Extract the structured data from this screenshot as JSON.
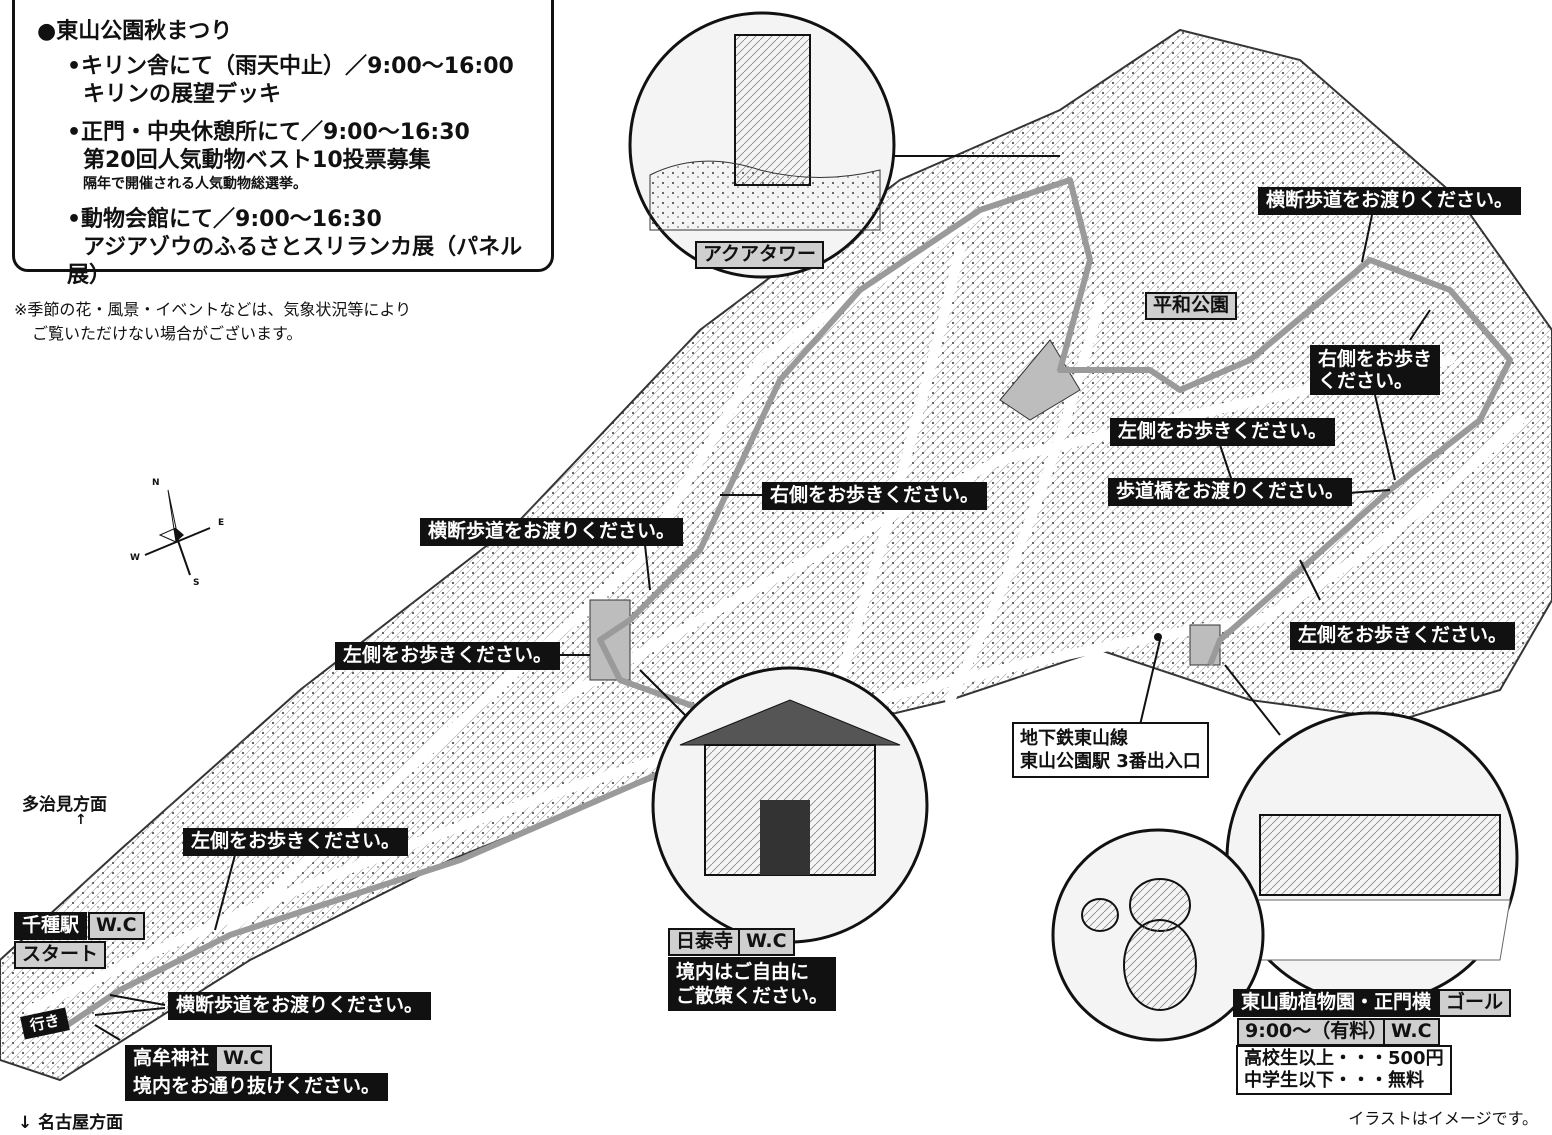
{
  "event_box": {
    "title": "●東山公園秋まつり",
    "items": [
      {
        "line1": "•キリン舎にて（雨天中止）／9:00〜16:00",
        "line2": "キリンの展望デッキ",
        "sub": ""
      },
      {
        "line1": "•正門・中央休憩所にて／9:00〜16:30",
        "line2": "第20回人気動物ベスト10投票募集",
        "sub": "隔年で開催される人気動物総選挙。"
      },
      {
        "line1": "•動物会館にて／9:00〜16:30",
        "line2": "アジアゾウのふるさとスリランカ展（パネル展）",
        "sub": ""
      }
    ]
  },
  "note": {
    "line1": "※季節の花・風景・イベントなどは、気象状況等により",
    "line2": "ご覧いただけない場合がございます。"
  },
  "compass": {
    "n": "N",
    "e": "E",
    "s": "S",
    "w": "W"
  },
  "directions": {
    "tajimi": "多治見方面",
    "nagoya": "↓ 名古屋方面"
  },
  "landmarks": {
    "aqua_tower": "アクアタワー",
    "heiwa_park": "平和公園",
    "chikusa": "千種駅",
    "start": "スタート",
    "iki": "行き",
    "takamu_shrine": "高牟神社",
    "nittaiji": "日泰寺",
    "subway_line1": "地下鉄東山線",
    "subway_line2": "東山公園駅 3番出入口",
    "zoo_gate": "東山動植物園・正門横",
    "goal": "ゴール",
    "zoo_hours": "9:00〜（有料）",
    "wc": "W.C"
  },
  "instructions": {
    "cross_top_right": "横断歩道をお渡りください。",
    "walk_right_1": "右側をお歩き",
    "walk_right_2": "ください。",
    "walk_left_heiwa": "左側をお歩きください。",
    "footbridge": "歩道橋をお渡りください。",
    "walk_right_middle": "右側をお歩きください。",
    "cross_middle": "横断歩道をお渡りください。",
    "walk_left_middle": "左側をお歩きください。",
    "walk_left_right": "左側をお歩きください。",
    "walk_left_lower": "左側をお歩きください。",
    "cross_bottom": "横断歩道をお渡りください。",
    "shrine_through": "境内をお通り抜けください。",
    "temple_free1": "境内はご自由に",
    "temple_free2": "ご散策ください。"
  },
  "fees": {
    "line1": "高校生以上・・・500円",
    "line2": "中学生以下・・・無料"
  },
  "caption": "イラストはイメージです。",
  "colors": {
    "route": "#9a9a9a",
    "label_black": "#111111",
    "label_gray": "#cfcfcf"
  }
}
